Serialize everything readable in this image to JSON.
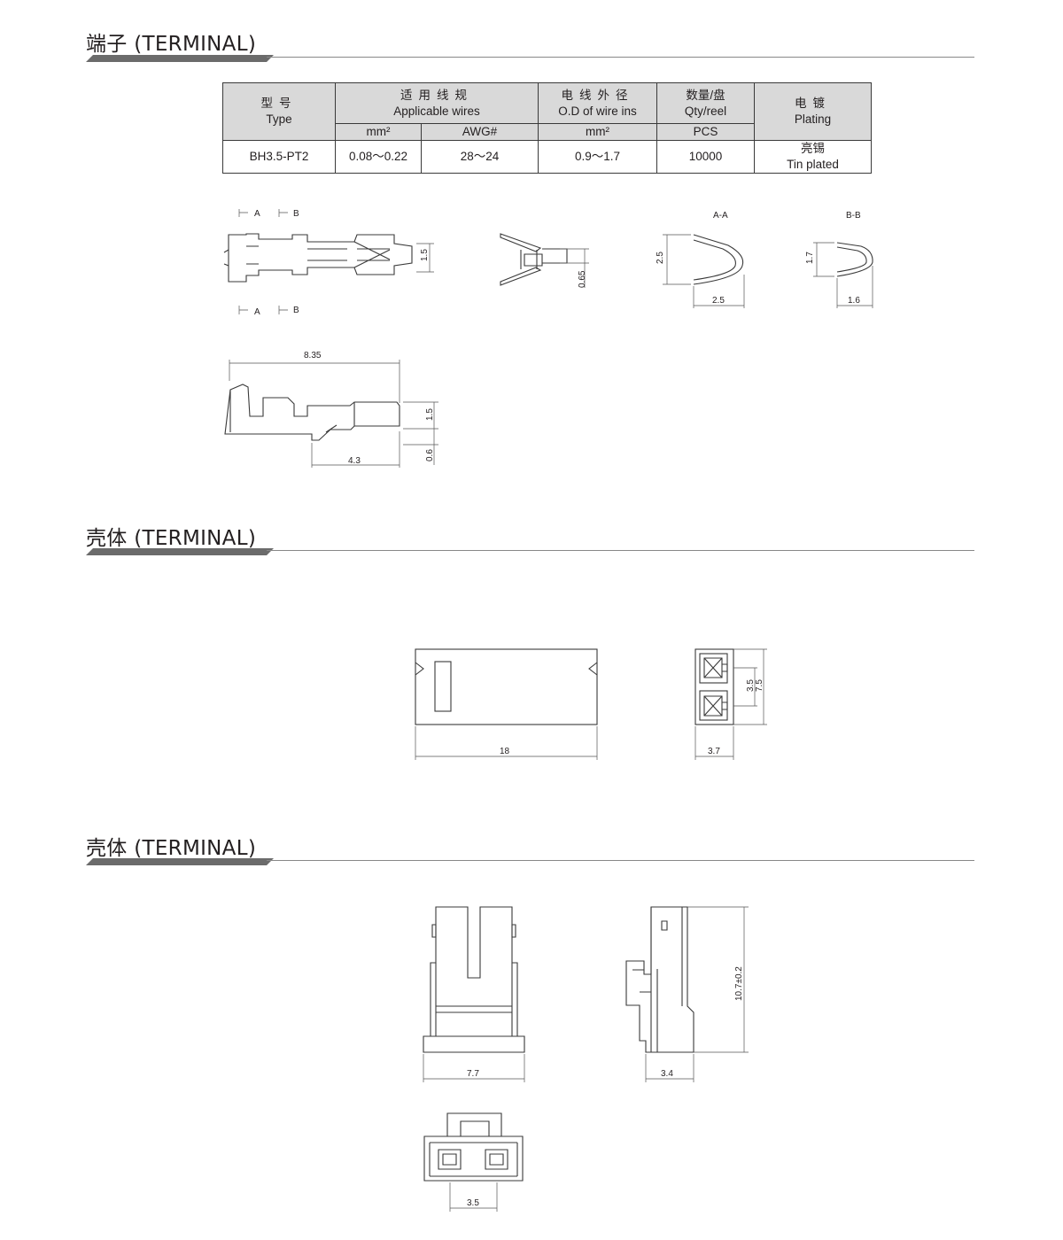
{
  "sections": [
    {
      "title": "端子 (TERMINAL)"
    },
    {
      "title": "壳体 (TERMINAL)"
    },
    {
      "title": "壳体 (TERMINAL)"
    }
  ],
  "spec_table": {
    "headers": {
      "type_zh": "型号",
      "type_en": "Type",
      "wires_zh": "适用线规",
      "wires_en": "Applicable wires",
      "od_zh": "电线外径",
      "od_en": "O.D of wire ins",
      "qty_zh": "数量/盘",
      "qty_en": "Qty/reel",
      "plating_zh": "电镀",
      "plating_en": "Plating"
    },
    "units": {
      "mm2": "mm²",
      "awg": "AWG#",
      "od_mm2": "mm²",
      "pcs": "PCS"
    },
    "row": {
      "type": "BH3.5-PT2",
      "mm2": "0.08～0.22",
      "awg": "28～24",
      "od": "0.9～1.7",
      "qty": "10000",
      "plating_zh": "亮锡",
      "plating_en": "Tin plated"
    }
  },
  "terminal_drawing": {
    "section_marks": {
      "a": "A",
      "b": "B"
    },
    "sections": {
      "aa": "A-A",
      "bb": "B-B"
    },
    "dims": {
      "top_height": "1.5",
      "front_height": "0.65",
      "aa_height": "2.5",
      "aa_width": "2.5",
      "bb_height": "1.7",
      "bb_width": "1.6",
      "side_length": "8.35",
      "side_height": "1.5",
      "side_bottom": "0.6",
      "side_partial": "4.3"
    }
  },
  "housing_drawing": {
    "dims": {
      "length": "18",
      "pitch": "3.5",
      "height": "7.5",
      "width": "3.7"
    }
  },
  "housing_views": {
    "dims": {
      "front_width": "7.7",
      "side_height": "10.7±0.2",
      "side_width": "3.4",
      "bottom_pitch": "3.5"
    }
  }
}
